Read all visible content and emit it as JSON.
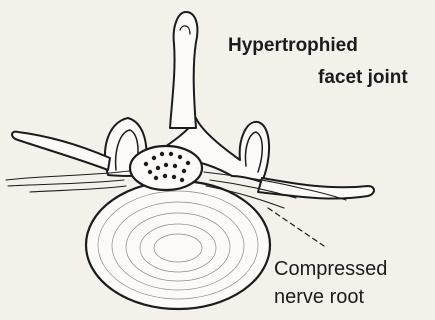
{
  "labels": {
    "facet_line1": "Hypertrophied",
    "facet_line2": "facet joint",
    "nerve_line1": "Compressed",
    "nerve_line2": "nerve root"
  },
  "colors": {
    "background": "#f3f1ea",
    "ink": "#1c1c1c"
  }
}
